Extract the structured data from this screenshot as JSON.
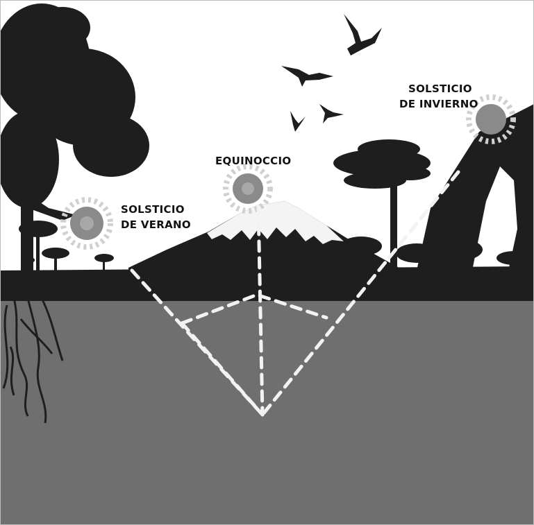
{
  "labels": {
    "summer_solstice": {
      "line1": "SOLSTICIO",
      "line2": "DE VERANO"
    },
    "equinox": {
      "line1": "EQUINOCCIO"
    },
    "winter_solstice": {
      "line1": "SOLSTICIO",
      "line2": "DE INVIERNO"
    }
  },
  "colors": {
    "sky": "#ffffff",
    "ground": "#6f6f6f",
    "silhouette": "#1e1e1e",
    "sun": "#8a8a8a",
    "sun_rays": "#d0d0d0",
    "dashes": "#f2f2f2",
    "snow": "#f4f4f4"
  }
}
